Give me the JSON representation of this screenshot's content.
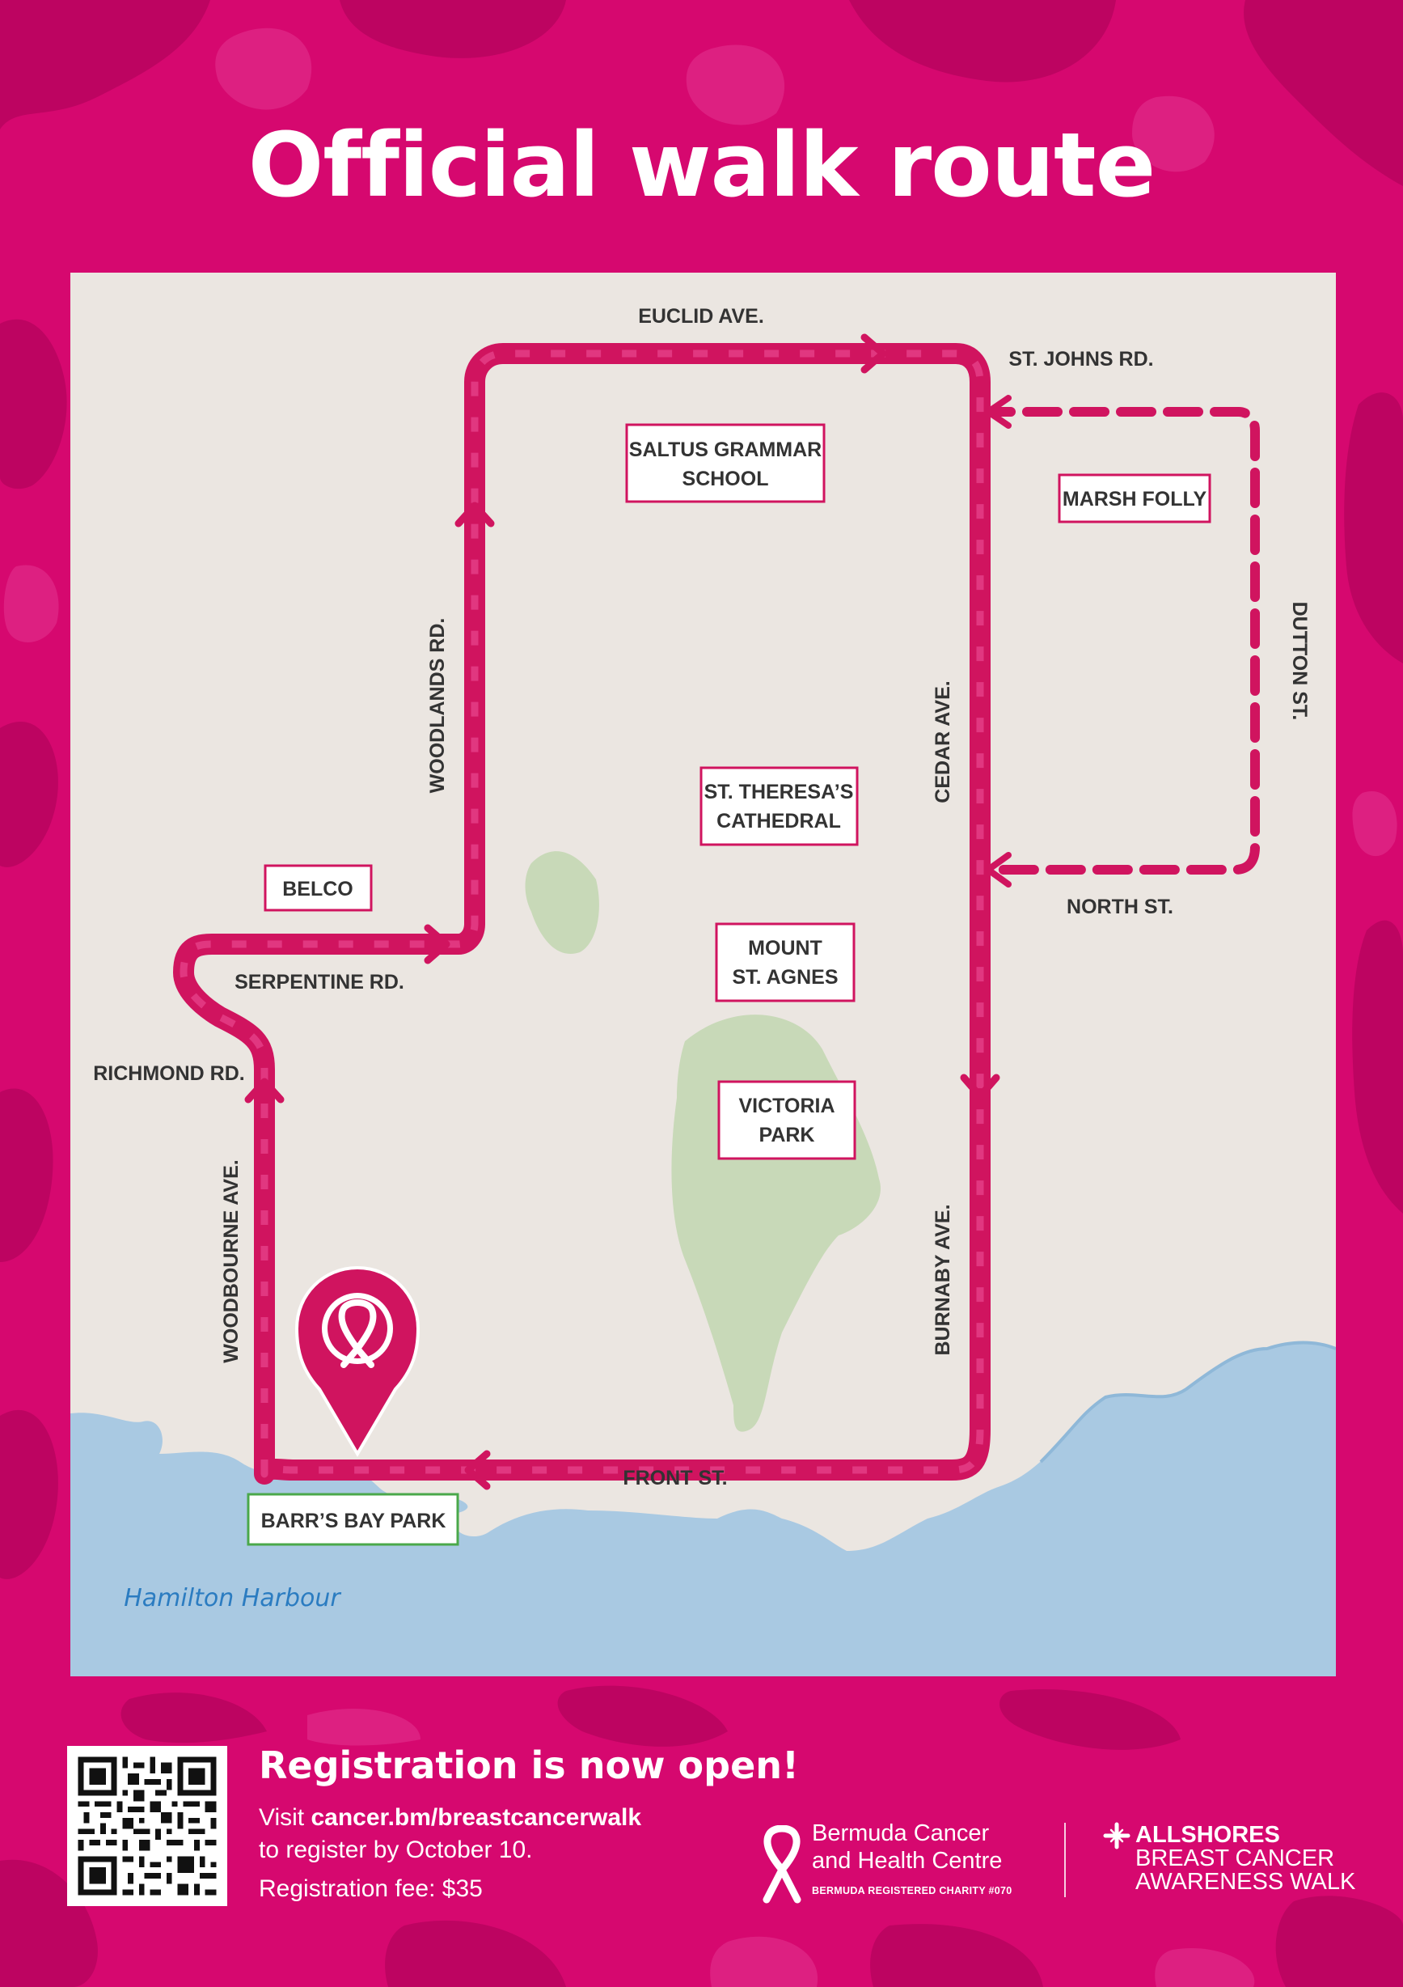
{
  "title": "Official walk route",
  "colors": {
    "background": "#d6086f",
    "camo_dark": "#b3005a",
    "camo_light": "#e8359a",
    "map_land": "#ebe6e1",
    "map_park": "#c8d9b8",
    "map_water": "#a9c9e2",
    "route": "#d0145f",
    "text_dark": "#333333",
    "harbour_text": "#2b7cc1",
    "start_border": "#4aa84a"
  },
  "map": {
    "street_labels": {
      "euclid": "EUCLID AVE.",
      "st_johns": "ST. JOHNS RD.",
      "woodlands": "WOODLANDS RD.",
      "cedar": "CEDAR AVE.",
      "dutton": "DUTTON ST.",
      "north": "NORTH ST.",
      "serpentine": "SERPENTINE RD.",
      "richmond": "RICHMOND RD.",
      "woodbourne": "WOODBOURNE AVE.",
      "burnaby": "BURNABY AVE.",
      "front": "FRONT ST."
    },
    "landmarks": {
      "saltus_1": "SALTUS GRAMMAR",
      "saltus_2": "SCHOOL",
      "marsh_folly": "MARSH FOLLY",
      "theresa_1": "ST. THERESA’S",
      "theresa_2": "CATHEDRAL",
      "belco": "BELCO",
      "agnes_1": "MOUNT",
      "agnes_2": "ST. AGNES",
      "victoria_1": "VICTORIA",
      "victoria_2": "PARK"
    },
    "start_point": "BARR’S BAY PARK",
    "water_label": "Hamilton Harbour",
    "start_icon": "ribbon-pin-icon"
  },
  "registration": {
    "heading": "Registration is now open!",
    "visit": "Visit",
    "url": "cancer.bm/breastcancerwalk",
    "deadline": "to register by October 10.",
    "fee": "Registration fee: $35"
  },
  "logos": {
    "bchc_line1": "Bermuda Cancer",
    "bchc_line2": "and Health Centre",
    "bchc_small": "BERMUDA REGISTERED CHARITY #070",
    "allshores_1": "ALLSHORES",
    "allshores_2": "BREAST CANCER",
    "allshores_3": "AWARENESS WALK"
  }
}
